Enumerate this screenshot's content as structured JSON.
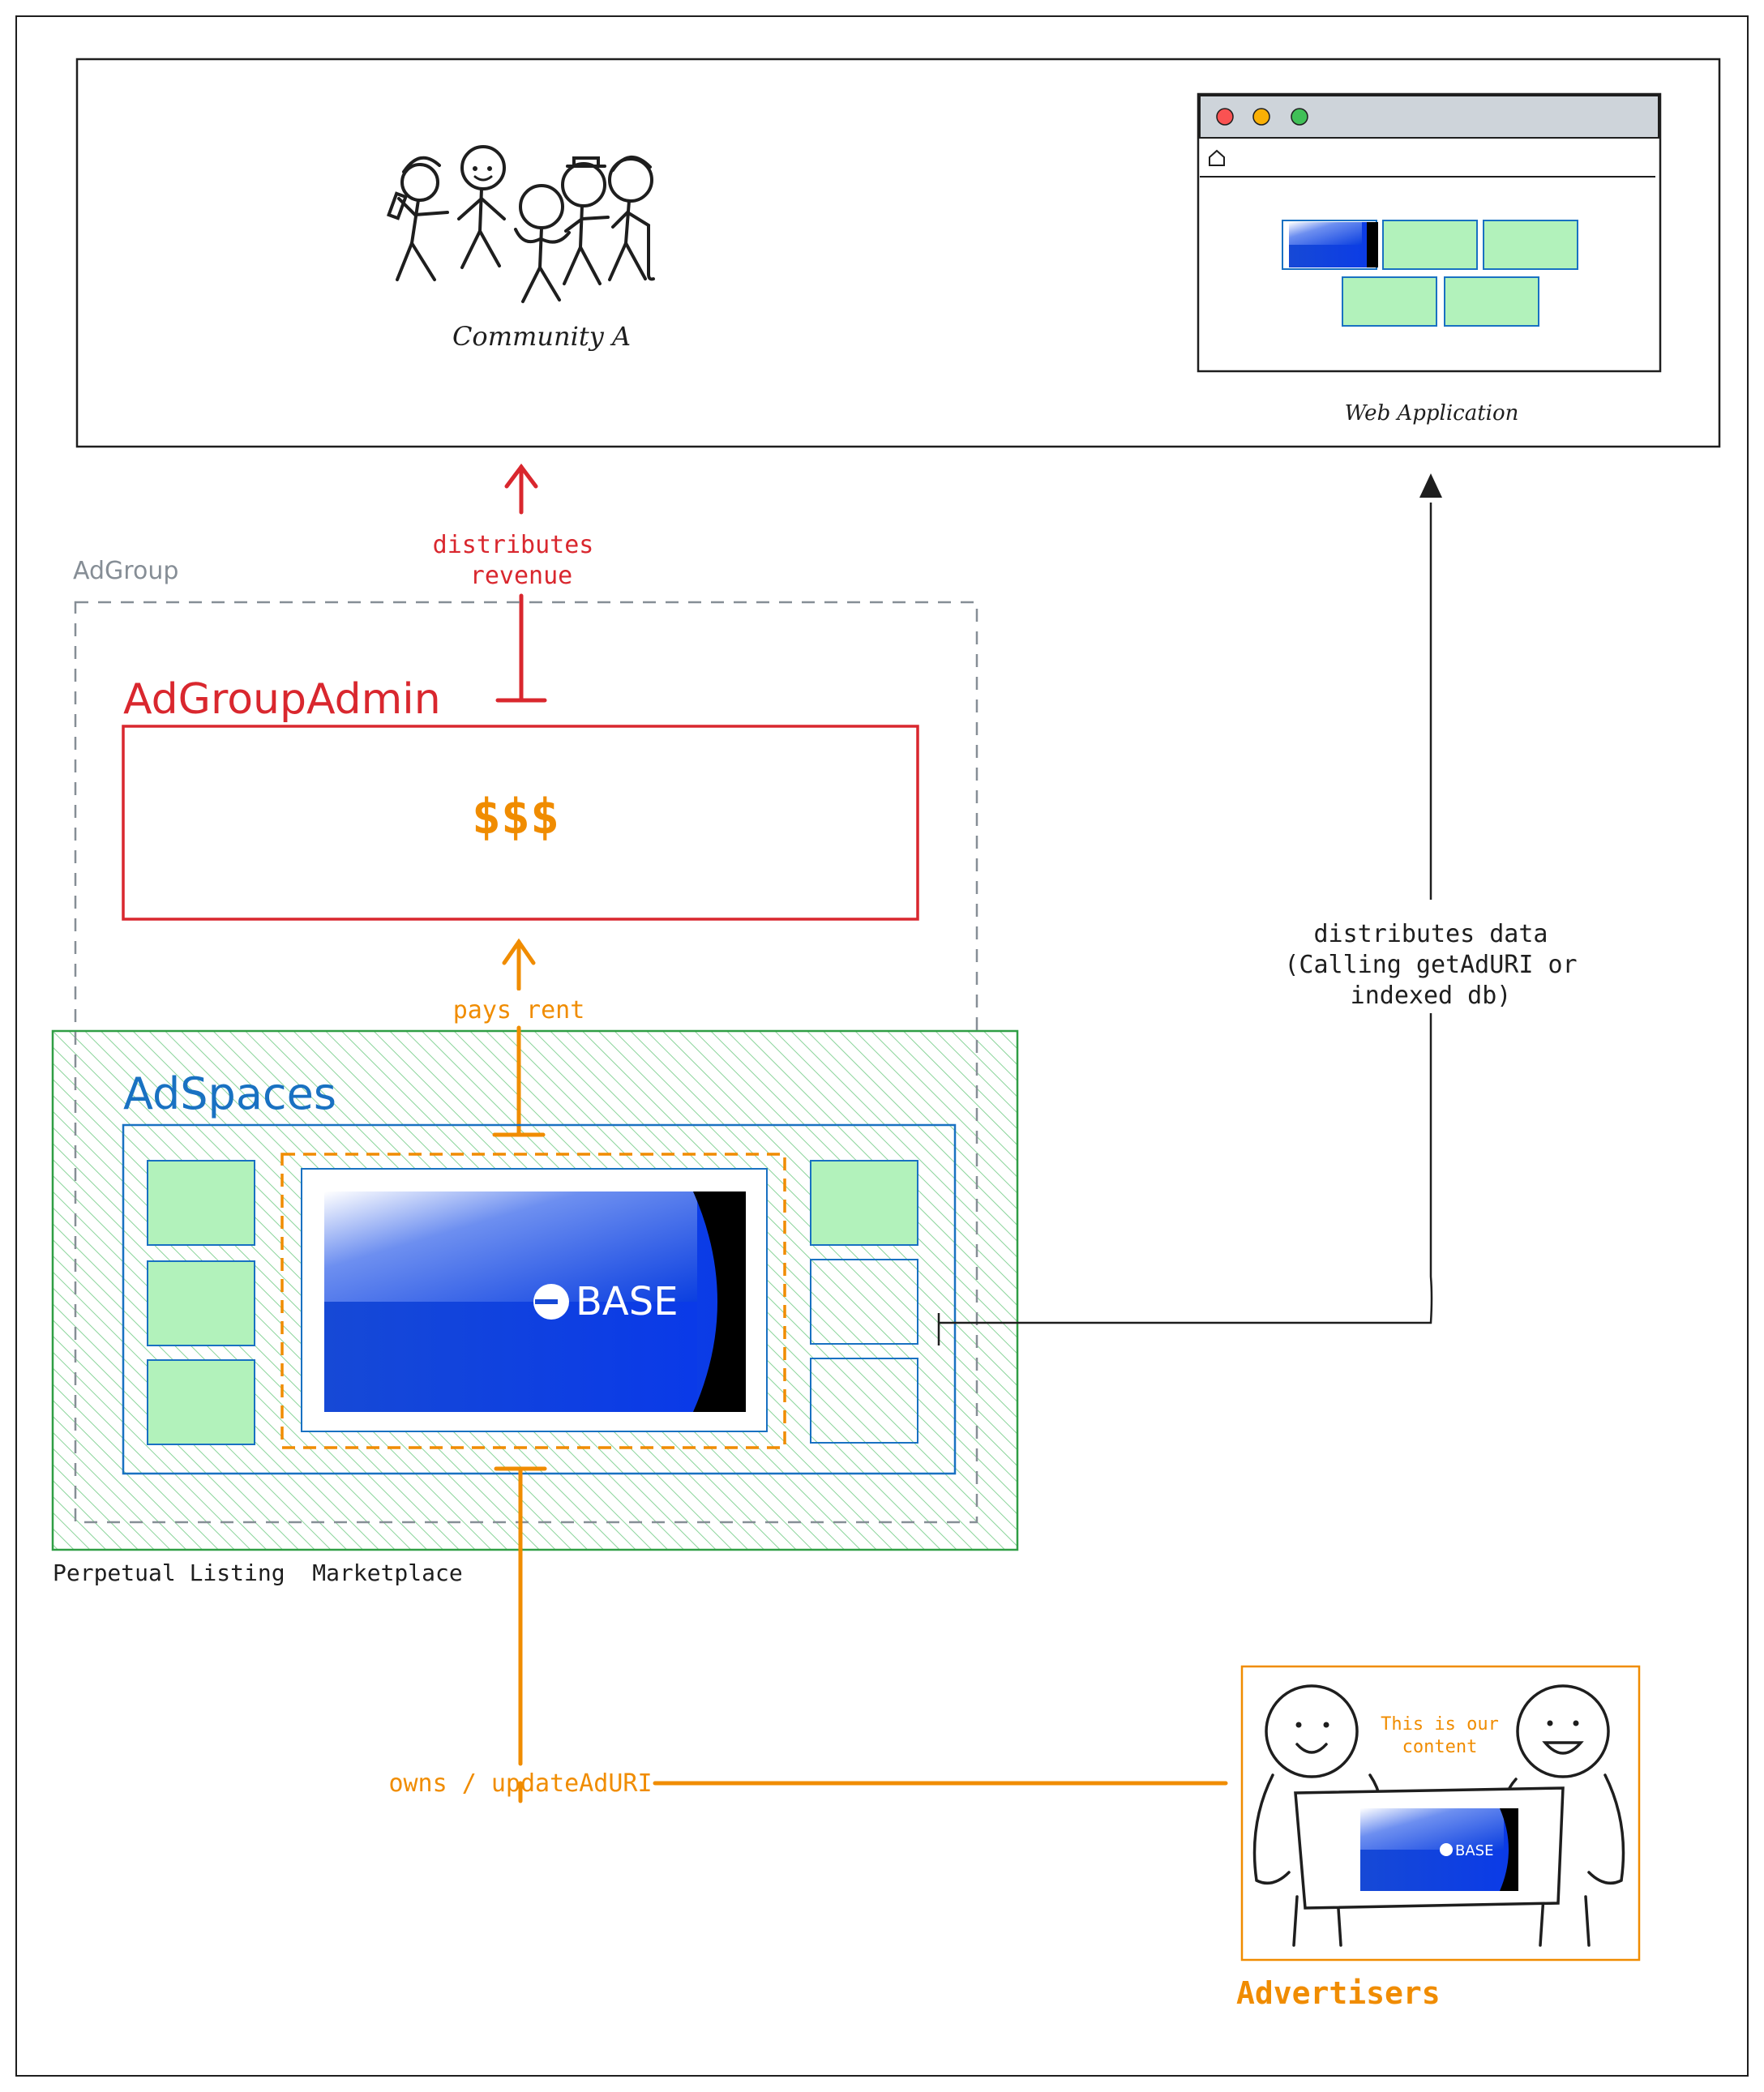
{
  "top_panel": {
    "community_label": "Community A",
    "web_app_label": "Web Application"
  },
  "adgroup": {
    "label": "AdGroup",
    "admin_title": "AdGroupAdmin",
    "treasury_text": "$$$"
  },
  "adspaces": {
    "title": "AdSpaces",
    "marketplace_label": "Perpetual Listing  Marketplace",
    "ad_brand_text": "BASE"
  },
  "edges": {
    "distributes_revenue_line1": "distributes",
    "distributes_revenue_line2": "revenue",
    "pays_rent": "pays rent",
    "distributes_data_line1": "distributes data",
    "distributes_data_line2": "(Calling getAdURI or",
    "distributes_data_line3": "indexed db)",
    "owns_update": "owns / updateAdURI"
  },
  "advertisers": {
    "label": "Advertisers",
    "speech_line1": "This is our",
    "speech_line2": "content"
  },
  "colors": {
    "red": "#d9272e",
    "orange": "#f08c00",
    "blue": "#1971c2",
    "green_border": "#2f9e44",
    "green_fill": "#b2f2bb",
    "gray": "#868e96",
    "black": "#1e1e1e"
  }
}
